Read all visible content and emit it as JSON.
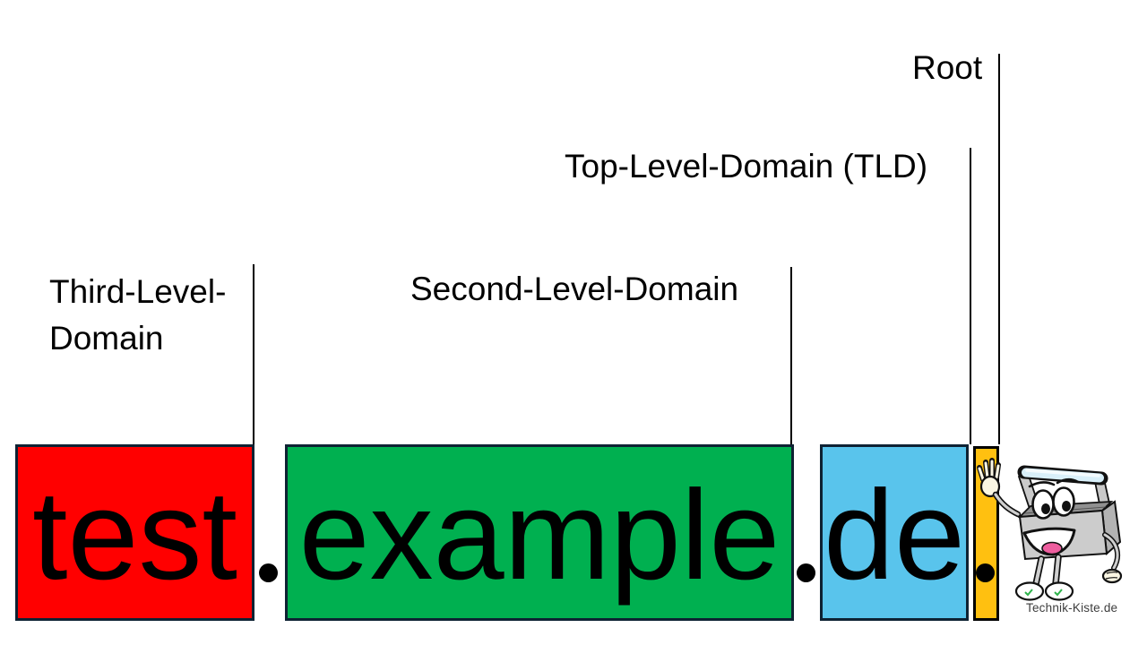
{
  "diagram": {
    "labels": {
      "third": {
        "line1": "Third-Level-",
        "line2": "Domain"
      },
      "second": "Second-Level-Domain",
      "tld": "Top-Level-Domain (TLD)",
      "root": "Root"
    },
    "domain": {
      "full": "test.example.de.",
      "third_level": "test",
      "second_level": "example",
      "tld": "de",
      "separator": "."
    },
    "colors": {
      "third_level_fill": "#ff0000",
      "second_level_fill": "#00b050",
      "tld_fill": "#59c4ec",
      "root_fill": "#ffc010",
      "block_border": "#0e2233",
      "root_block_border": "#000000",
      "pointer_line": "#000000",
      "text": "#000000"
    }
  },
  "branding": {
    "caption": "Technik-Kiste.de",
    "mascot": "toolbox-mascot"
  }
}
